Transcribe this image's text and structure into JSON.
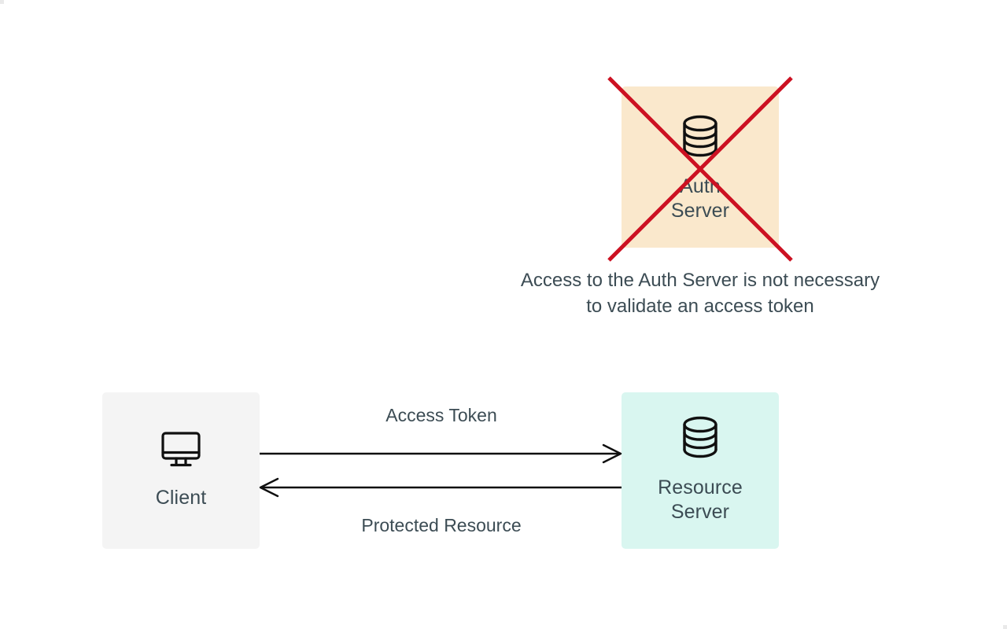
{
  "diagram": {
    "title": "OAuth access token validation flow",
    "background_color": "#ffffff",
    "text_color": "#3c4c54"
  },
  "nodes": [
    {
      "id": "auth-server",
      "label": "Auth\nServer",
      "icon": "database-icon",
      "fill": "#fae8cc",
      "crossed_out": true,
      "cross_color": "#cc1122"
    },
    {
      "id": "client",
      "label": "Client",
      "icon": "desktop-monitor-icon",
      "fill": "#f4f4f4",
      "crossed_out": false
    },
    {
      "id": "resource-server",
      "label": "Resource\nServer",
      "icon": "database-icon",
      "fill": "#d9f6f0",
      "crossed_out": false
    }
  ],
  "edges": [
    {
      "id": "access-token-edge",
      "label": "Access Token",
      "from": "client",
      "to": "resource-server",
      "direction": "right"
    },
    {
      "id": "protected-resource-edge",
      "label": "Protected Resource",
      "from": "resource-server",
      "to": "client",
      "direction": "left"
    }
  ],
  "annotations": {
    "auth_note_line1": "Access to the Auth Server is not necessary",
    "auth_note_line2": "to validate an access token"
  }
}
